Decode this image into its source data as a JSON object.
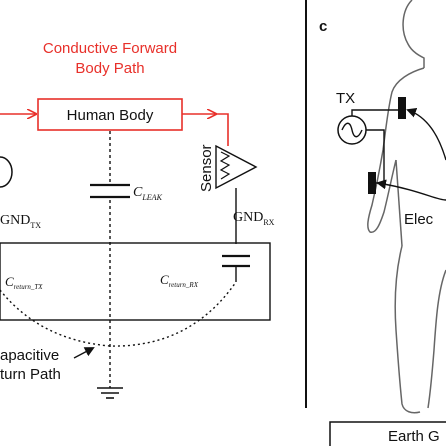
{
  "left_panel": {
    "title_line1": "Conductive Forward",
    "title_line2": "Body Path",
    "human_body_label": "Human Body",
    "sensor_label": "Sensor",
    "c_leak": {
      "main": "C",
      "sub": "LEAK"
    },
    "gnd_tx": {
      "main": "GND",
      "sub": "TX"
    },
    "gnd_rx": {
      "main": "GND",
      "sub": "RX"
    },
    "c_return_tx": {
      "main": "C",
      "sub": "return_TX"
    },
    "c_return_rx": {
      "main": "C",
      "sub": "return_RX"
    },
    "return_path_line1": "apacitive",
    "return_path_line2": "turn Path"
  },
  "right_panel": {
    "panel_letter": "c",
    "tx_label": "TX",
    "electrode_label": "Elec",
    "earth_label": "Earth G"
  },
  "colors": {
    "forward_path": "#e8302a",
    "ink": "#111111"
  }
}
